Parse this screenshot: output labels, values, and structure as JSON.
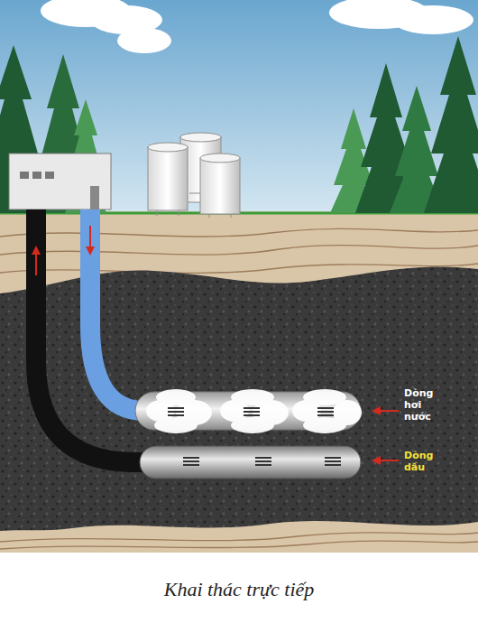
{
  "diagram": {
    "caption": "Khai thác trực tiếp",
    "labels": [
      "Dòng hơi nước",
      "Dòng dầu"
    ]
  }
}
